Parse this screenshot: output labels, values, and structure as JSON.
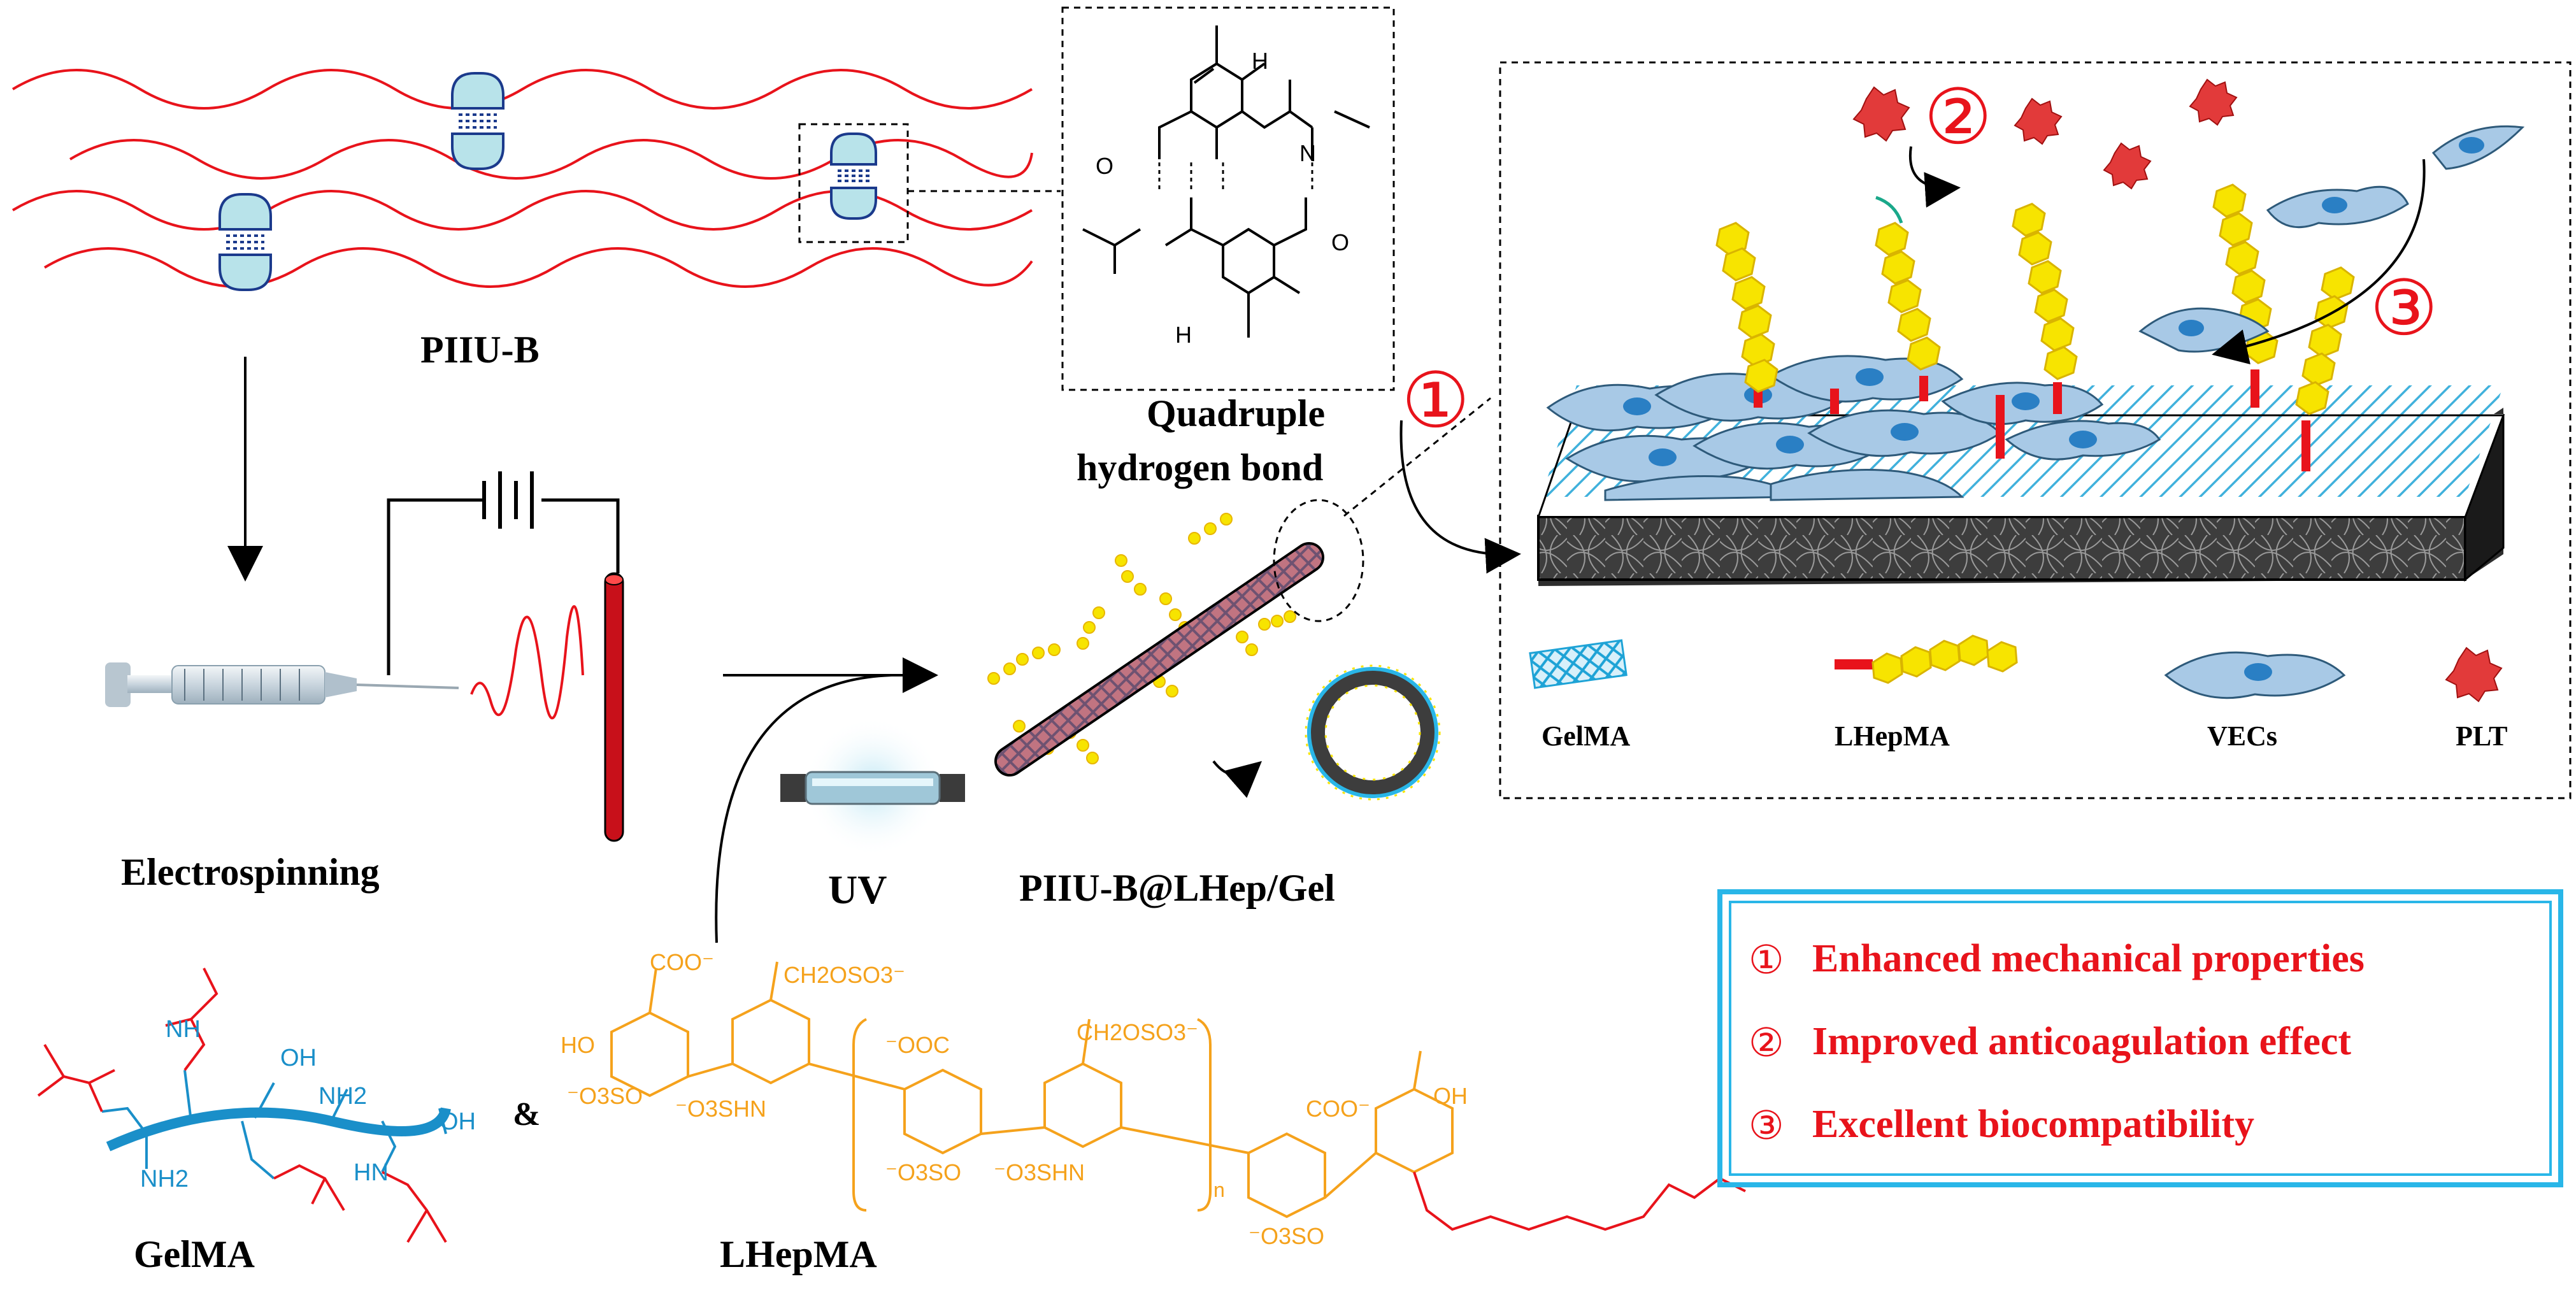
{
  "labels": {
    "piiu_b": "PIIU-B",
    "quadruple_line1": "Quadruple",
    "quadruple_line2": "hydrogen bond",
    "electrospinning": "Electrospinning",
    "uv": "UV",
    "product": "PIIU-B@LHep/Gel",
    "gelma": "GelMA",
    "lhepma": "LHepMA",
    "amp": "&"
  },
  "legend": {
    "gelma": "GelMA",
    "lhepma": "LHepMA",
    "vecs": "VECs",
    "plt": "PLT"
  },
  "steps": {
    "one": "①",
    "two": "②",
    "three": "③"
  },
  "features": [
    {
      "num": "①",
      "text": "Enhanced mechanical properties"
    },
    {
      "num": "②",
      "text": "Improved anticoagulation effect"
    },
    {
      "num": "③",
      "text": "Excellent biocompatibility"
    }
  ],
  "chem": {
    "h": "H",
    "o": "O",
    "n": "N",
    "oh": "OH",
    "nh": "NH",
    "hn": "HN",
    "nh2": "NH2",
    "coo": "COO⁻",
    "ooc": "⁻OOC",
    "ch2oso3": "CH2OSO3⁻",
    "ho": "HO",
    "o3so": "⁻O3SO",
    "o3shn": "⁻O3SHN",
    "n_sub": "n"
  },
  "colors": {
    "red": "#e8131b",
    "blue": "#1a8fc9",
    "orange": "#f5a21c",
    "yellow": "#f7e400",
    "cyan_box": "#29b6e8"
  }
}
